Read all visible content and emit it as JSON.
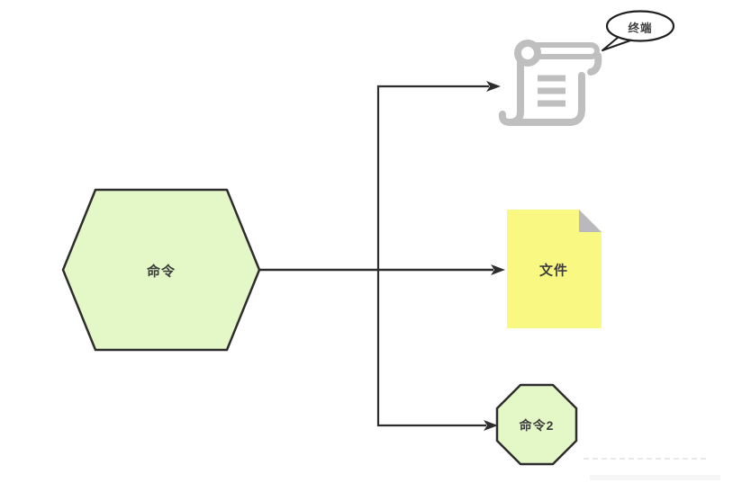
{
  "diagram": {
    "type": "flowchart",
    "background": "#ffffff",
    "colors": {
      "edge": "#2d2d2d",
      "node_green_fill": "#e4f7c6",
      "node_green_stroke": "#2d2d2d",
      "file_fill": "#f9f882",
      "file_fold": "#b9b9be",
      "scroll_icon_gray": "#bfbfbf",
      "callout_fill": "#ffffff",
      "callout_stroke": "#1f1f1f",
      "label_text": "#3c3c3c"
    },
    "nodes": {
      "command": {
        "label": "命令",
        "shape": "hexagon"
      },
      "terminal": {
        "label": "终端",
        "shape": "scroll-icon-with-callout"
      },
      "file": {
        "label": "文件",
        "shape": "document"
      },
      "command2": {
        "label": "命令2",
        "shape": "octagon"
      }
    },
    "edges": [
      {
        "from": "command",
        "to": "terminal",
        "style": "orthogonal-arrow"
      },
      {
        "from": "command",
        "to": "file",
        "style": "straight-arrow"
      },
      {
        "from": "command",
        "to": "command2",
        "style": "orthogonal-arrow"
      }
    ]
  }
}
